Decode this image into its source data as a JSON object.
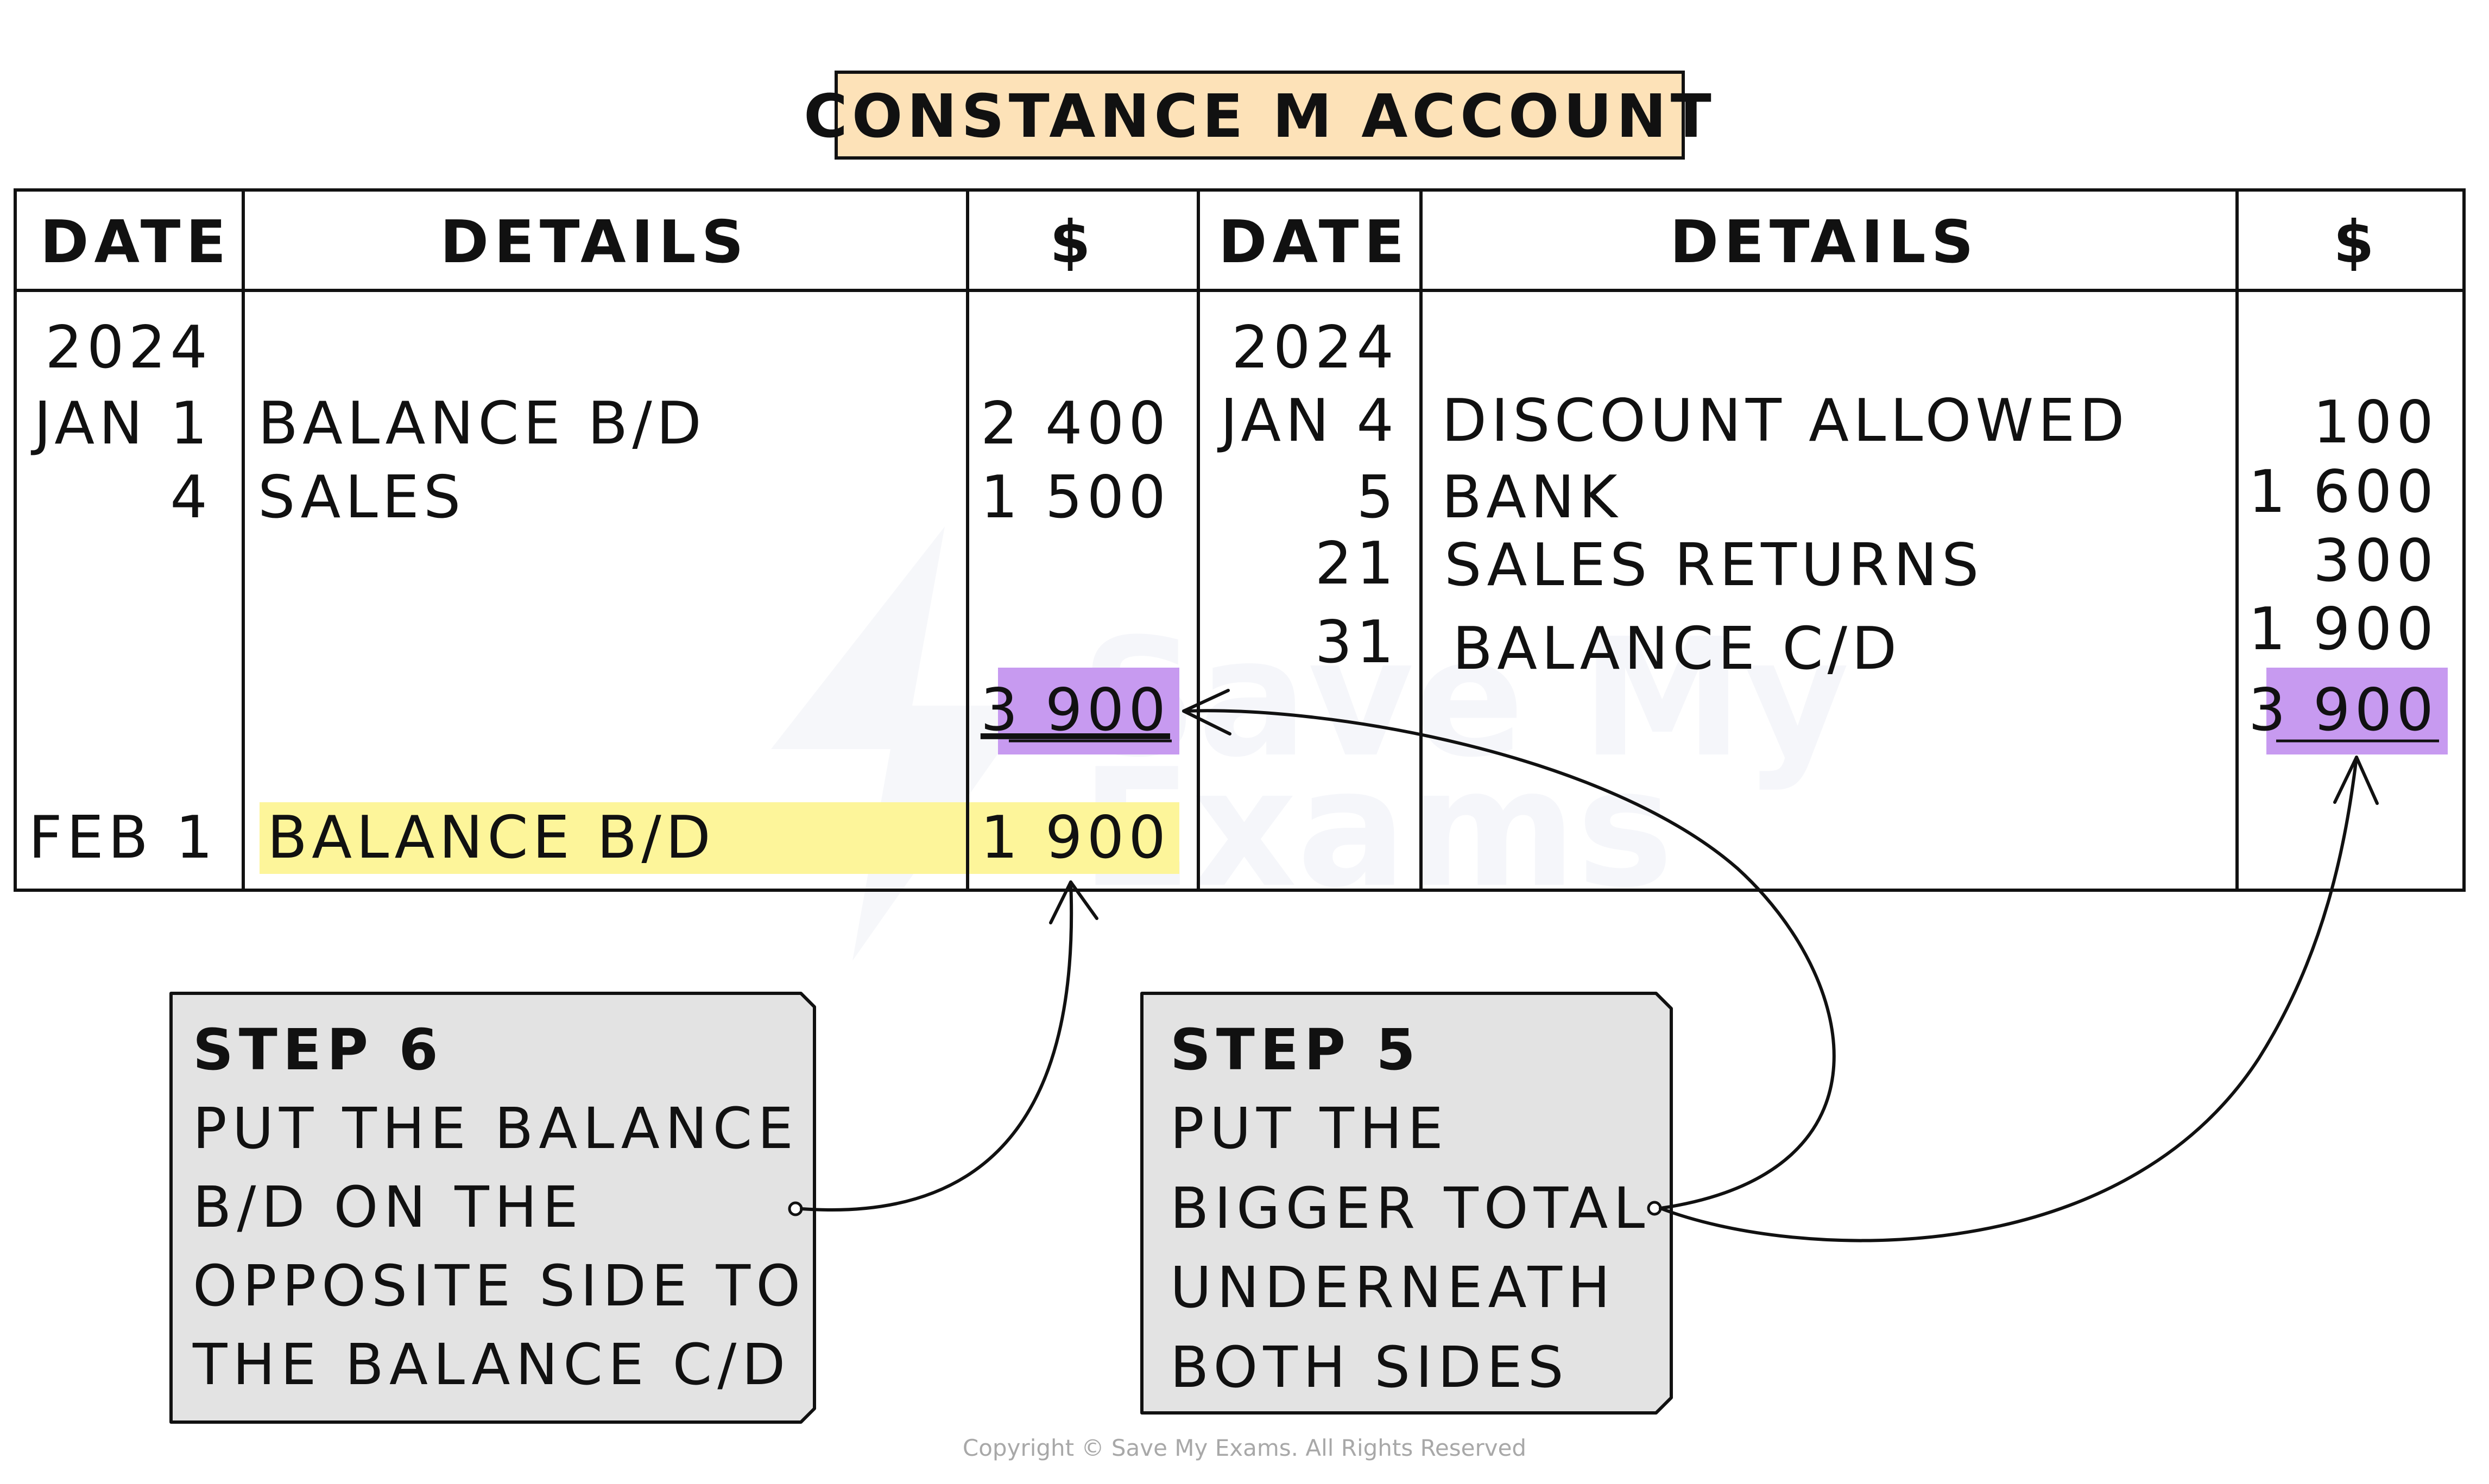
{
  "title": "CONSTANCE M ACCOUNT",
  "headers": {
    "left": [
      "DATE",
      "DETAILS",
      "$"
    ],
    "right": [
      "DATE",
      "DETAILS",
      "$"
    ]
  },
  "left_rows": [
    {
      "date": "2024",
      "details": "",
      "amount": ""
    },
    {
      "date": "JAN 1",
      "details": "BALANCE B/D",
      "amount": "2 400"
    },
    {
      "date": "4",
      "details": "SALES",
      "amount": "1 500"
    }
  ],
  "left_total": "3 900",
  "left_carried": {
    "date": "FEB 1",
    "details": "BALANCE B/D",
    "amount": "1 900"
  },
  "right_rows": [
    {
      "date": "2024",
      "details": "",
      "amount": ""
    },
    {
      "date": "JAN 4",
      "details": "DISCOUNT ALLOWED",
      "amount": "100"
    },
    {
      "date": "5",
      "details": "BANK",
      "amount": "1 600"
    },
    {
      "date": "21",
      "details": "SALES RETURNS",
      "amount": "300"
    },
    {
      "date": "31",
      "details": "BALANCE C/D",
      "amount": "1 900"
    }
  ],
  "right_total": "3 900",
  "step6": {
    "title": "STEP 6",
    "lines": [
      "PUT THE BALANCE",
      "B/D ON THE",
      "OPPOSITE SIDE TO",
      "THE BALANCE C/D"
    ]
  },
  "step5": {
    "title": "STEP 5",
    "lines": [
      "PUT THE",
      "BIGGER TOTAL",
      "UNDERNEATH",
      "BOTH SIDES"
    ]
  },
  "watermark": [
    "Save My",
    "Exams"
  ],
  "copyright": "Copyright © Save My Exams. All Rights Reserved",
  "colors": {
    "title_bg": "#fde2b8",
    "highlight_purple": "#c79af0",
    "highlight_yellow": "#fdf59a",
    "box_bg": "#e3e3e3"
  }
}
